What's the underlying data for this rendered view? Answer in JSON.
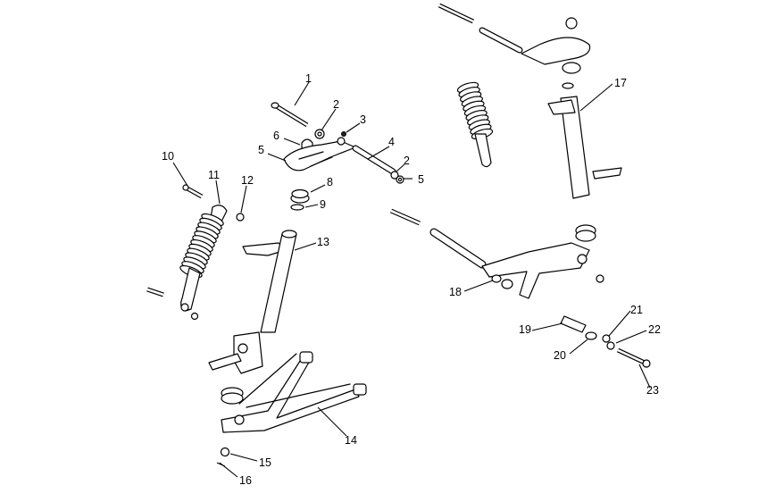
{
  "callouts": {
    "c1": "1",
    "c2a": "2",
    "c2b": "2",
    "c3": "3",
    "c4": "4",
    "c5a": "5",
    "c5b": "5",
    "c6": "6",
    "c8": "8",
    "c9": "9",
    "c10": "10",
    "c11": "11",
    "c12": "12",
    "c13": "13",
    "c14": "14",
    "c15": "15",
    "c16": "16",
    "c17": "17",
    "c18": "18",
    "c19": "19",
    "c20": "20",
    "c21": "21",
    "c22": "22",
    "c23": "23"
  }
}
